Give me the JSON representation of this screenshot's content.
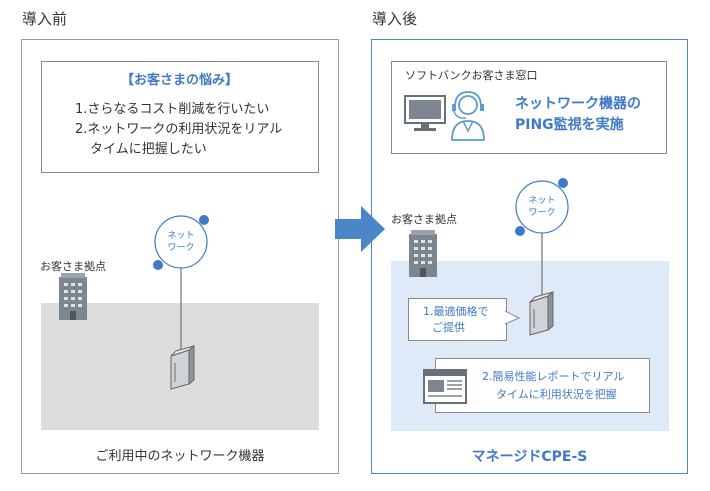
{
  "before": {
    "heading": "導入前",
    "concern_title": "【お客さまの悩み】",
    "concern_items": [
      "1.さらなるコスト削減を行いたい",
      "2.ネットワークの利用状況をリアル",
      "タイムに把握したい"
    ],
    "site_label": "お客さま拠点",
    "network_label": [
      "ネット",
      "ワーク"
    ],
    "device_caption": "ご利用中のネットワーク機器"
  },
  "after": {
    "heading": "導入後",
    "window_label": "ソフトバンクお客さま窓口",
    "monitor_text": [
      "ネットワーク機器の",
      "PING監視を実施"
    ],
    "site_label": "お客さま拠点",
    "network_label": [
      "ネット",
      "ワーク"
    ],
    "point1": [
      "1.最適価格で",
      "ご提供"
    ],
    "point2": [
      "2.簡易性能レポートでリアル",
      "タイムに利用状況を把握"
    ],
    "product_name": "マネージドCPE-S"
  },
  "colors": {
    "accent_blue": "#3f79c8",
    "area_gray": "#dcdcdc",
    "area_blue": "#deeaf7",
    "arrow_blue": "#4a86c8"
  }
}
